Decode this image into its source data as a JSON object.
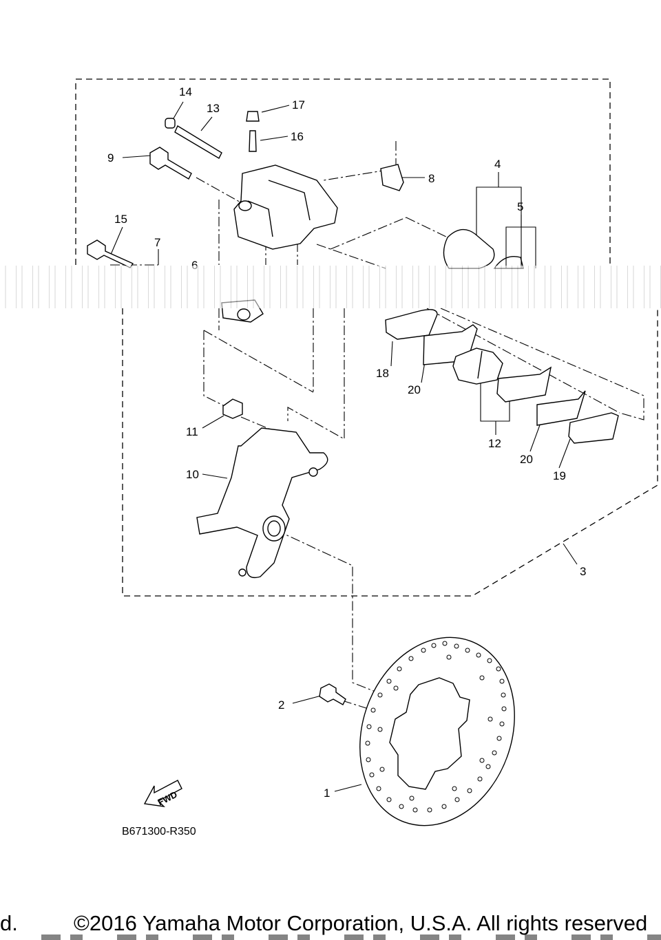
{
  "diagram_code": "B671300-R350",
  "fwd_label": "FWD",
  "footer": {
    "prefix": "d.",
    "copyright": "©2016 Yamaha Motor Corporation, U.S.A. All rights reserved"
  },
  "callouts": {
    "c1": "1",
    "c2": "2",
    "c3": "3",
    "c4": "4",
    "c5": "5",
    "c6": "6",
    "c7": "7",
    "c8": "8",
    "c9": "9",
    "c10": "10",
    "c11": "11",
    "c12": "12",
    "c13": "13",
    "c14": "14",
    "c15": "15",
    "c16": "16",
    "c17": "17",
    "c18": "18",
    "c19": "19",
    "c20a": "20",
    "c20b": "20"
  }
}
